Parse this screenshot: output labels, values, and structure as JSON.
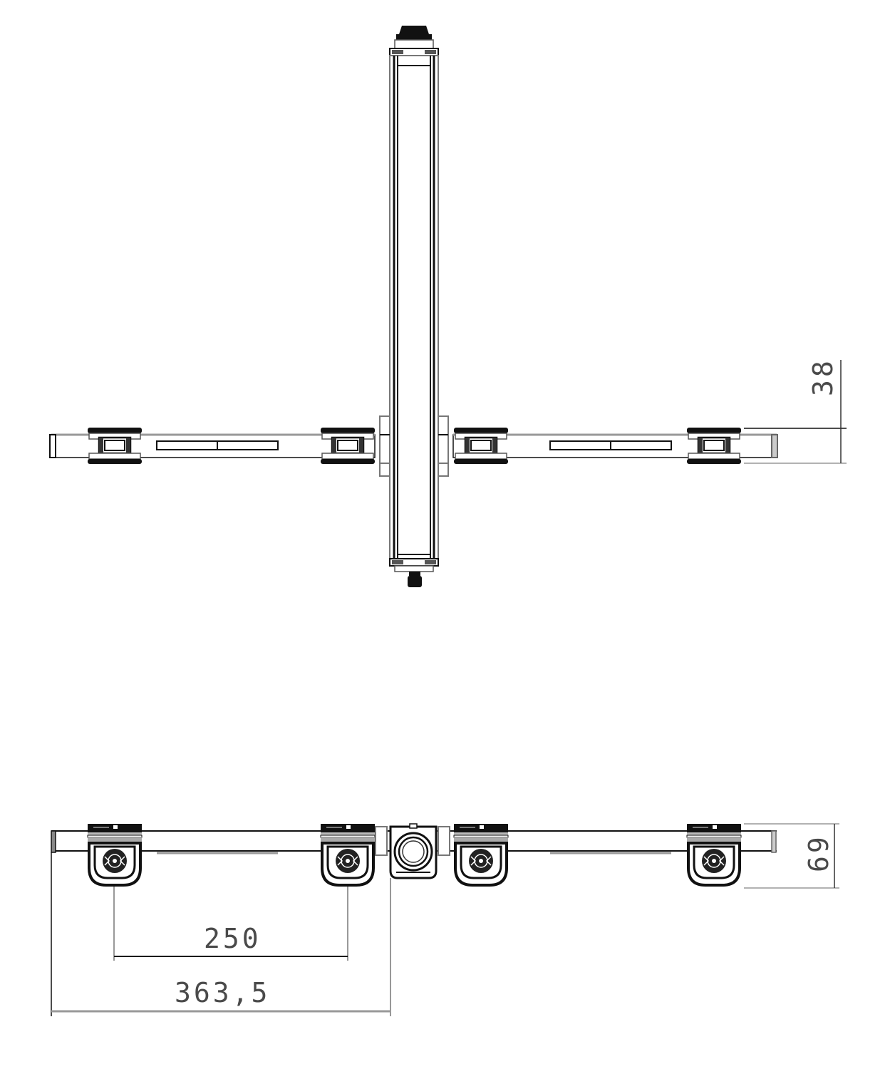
{
  "drawing": {
    "views": [
      {
        "name": "top-view",
        "description": "Top view of cross-bar assembly with vertical mast"
      },
      {
        "name": "front-view",
        "description": "Front view of horizontal bar with four mounting clamps and central hub"
      }
    ],
    "dimensions": {
      "top_height": {
        "value": "38",
        "orientation": "vertical"
      },
      "front_height": {
        "value": "69",
        "orientation": "vertical"
      },
      "clamp_spacing": {
        "value": "250",
        "orientation": "horizontal"
      },
      "half_length": {
        "value": "363,5",
        "orientation": "horizontal"
      }
    },
    "colors": {
      "line": "#000000",
      "grey_line": "#9a9a9a",
      "text": "#4a4a4a",
      "background": "#ffffff"
    }
  }
}
